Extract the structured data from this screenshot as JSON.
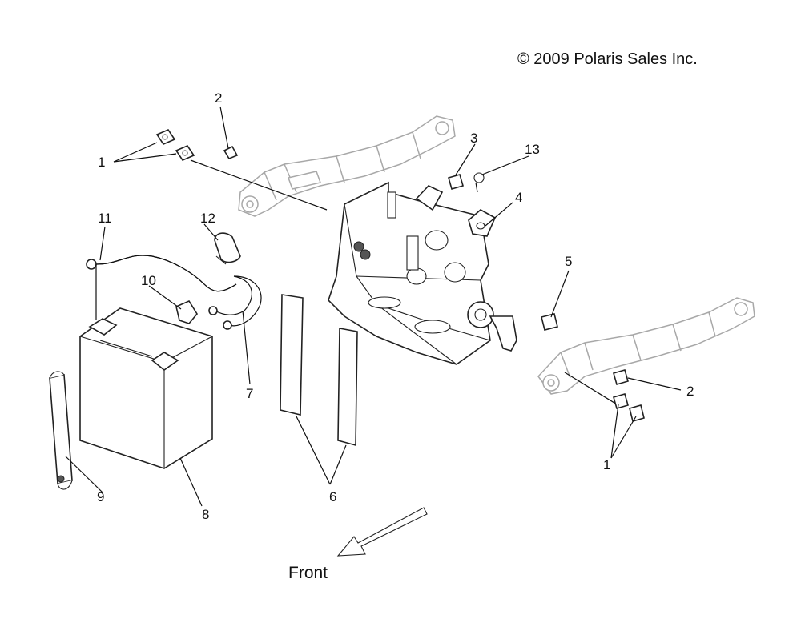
{
  "copyright": "© 2009 Polaris Sales Inc.",
  "front_label": "Front",
  "callouts": {
    "c1_left": "1",
    "c2_top": "2",
    "c3": "3",
    "c13": "13",
    "c4": "4",
    "c11": "11",
    "c12": "12",
    "c10": "10",
    "c5": "5",
    "c7": "7",
    "c2_right": "2",
    "c1_right": "1",
    "c9": "9",
    "c8": "8",
    "c6": "6"
  }
}
